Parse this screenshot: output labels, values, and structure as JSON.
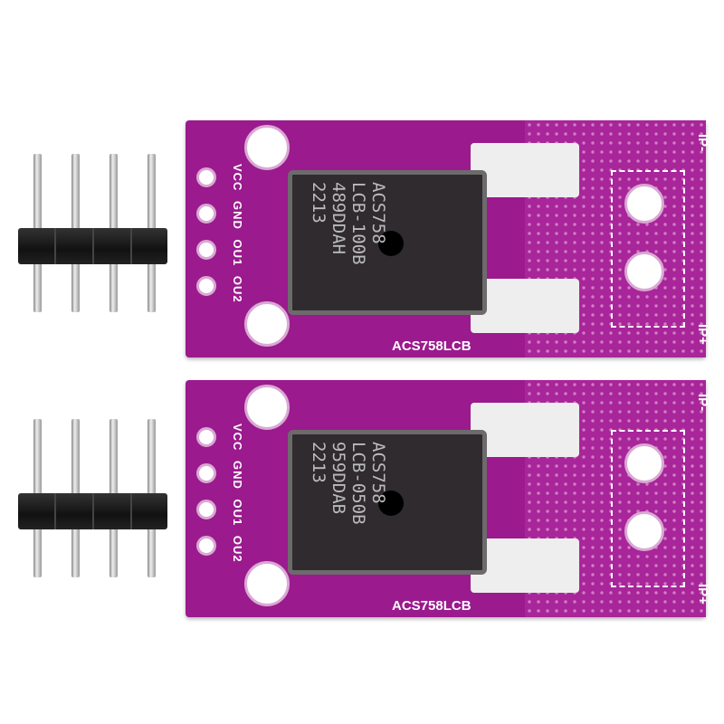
{
  "boards": [
    {
      "pin_labels": "VCC GND OU1 OU2",
      "chip_lines": [
        "ACS758",
        "LCB-100B",
        "489DDAH",
        "2213"
      ],
      "board_name": "ACS758LCB",
      "ip_plus": "IP+",
      "ip_minus": "IP-"
    },
    {
      "pin_labels": "VCC GND OU1 OU2",
      "chip_lines": [
        "ACS758",
        "LCB-050B",
        "959DDAB",
        "2213"
      ],
      "board_name": "ACS758LCB",
      "ip_plus": "IP+",
      "ip_minus": "IP-"
    }
  ],
  "colors": {
    "pcb": "#9b1a8e",
    "chip": "#2f2b2e",
    "header": "#111111"
  }
}
